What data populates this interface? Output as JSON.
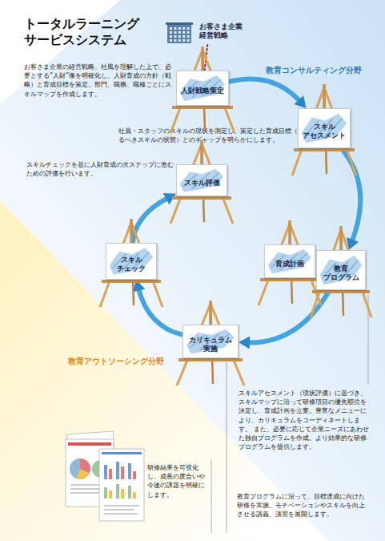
{
  "diagram": {
    "title": "トータルラーニング サービスシステム",
    "nodes": [
      {
        "text": [
          "お客さま企業 経営戦略"
        ]
      },
      {
        "text": [
          "人財戦略策定"
        ]
      },
      {
        "text": [
          "スキル アセスメント"
        ]
      },
      {
        "text": [
          "スキル評価"
        ]
      },
      {
        "text": [
          "育成計画"
        ]
      },
      {
        "text": [
          "教育 プログラム"
        ]
      },
      {
        "text": [
          "スキル チェック"
        ]
      },
      {
        "text": [
          "カリキュラム 実施"
        ]
      }
    ],
    "edges": [
      {
        "from": 0,
        "to": 1,
        "arrow": "none"
      },
      {
        "from": 1,
        "to": 2,
        "arrow": "to"
      },
      {
        "from": 2,
        "to": 5,
        "arrow": "to"
      },
      {
        "from": 5,
        "to": 7,
        "arrow": "to"
      },
      {
        "from": 7,
        "to": 6,
        "arrow": "to"
      },
      {
        "from": 6,
        "to": 3,
        "arrow": "to"
      }
    ],
    "labels": [
      "お客さま企業の経営戦略、社風を理解した上で、必要とする“人財”像を明確化し、人財育成の方針（戦略）と育成目標を策定。部門、職務、職種ごとにスキルマップを作成します。",
      "教育コンサルティング分野",
      "社員・スタッフのスキルの現状を測定し、策定した育成目標（あるべきスキルの状態）とのギャップを明らかにします。",
      "スキルチェックを基に人財育成の次ステップに進むための評価を行います。",
      "教育アウトソーシング分野",
      "スキルアセスメント（現状評価）に基づき、スキルマップに沿って研修項目の優先順位を決定し、育成計画を立案。豊富なメニューにより、カリキュラムをコーディネートします。 また、必要に応じて企業ニーズにあわせた独自プログラムを作成。より効果的な研修プログラムを提供します。",
      "研修結果を可視化し、成長の度合いや今後の課題を明確にします。",
      "教育プログラムに沿って、目標達成に向けた研修を実施。モチベーションやスキルを向上させる講義、演習を展開します。"
    ]
  }
}
